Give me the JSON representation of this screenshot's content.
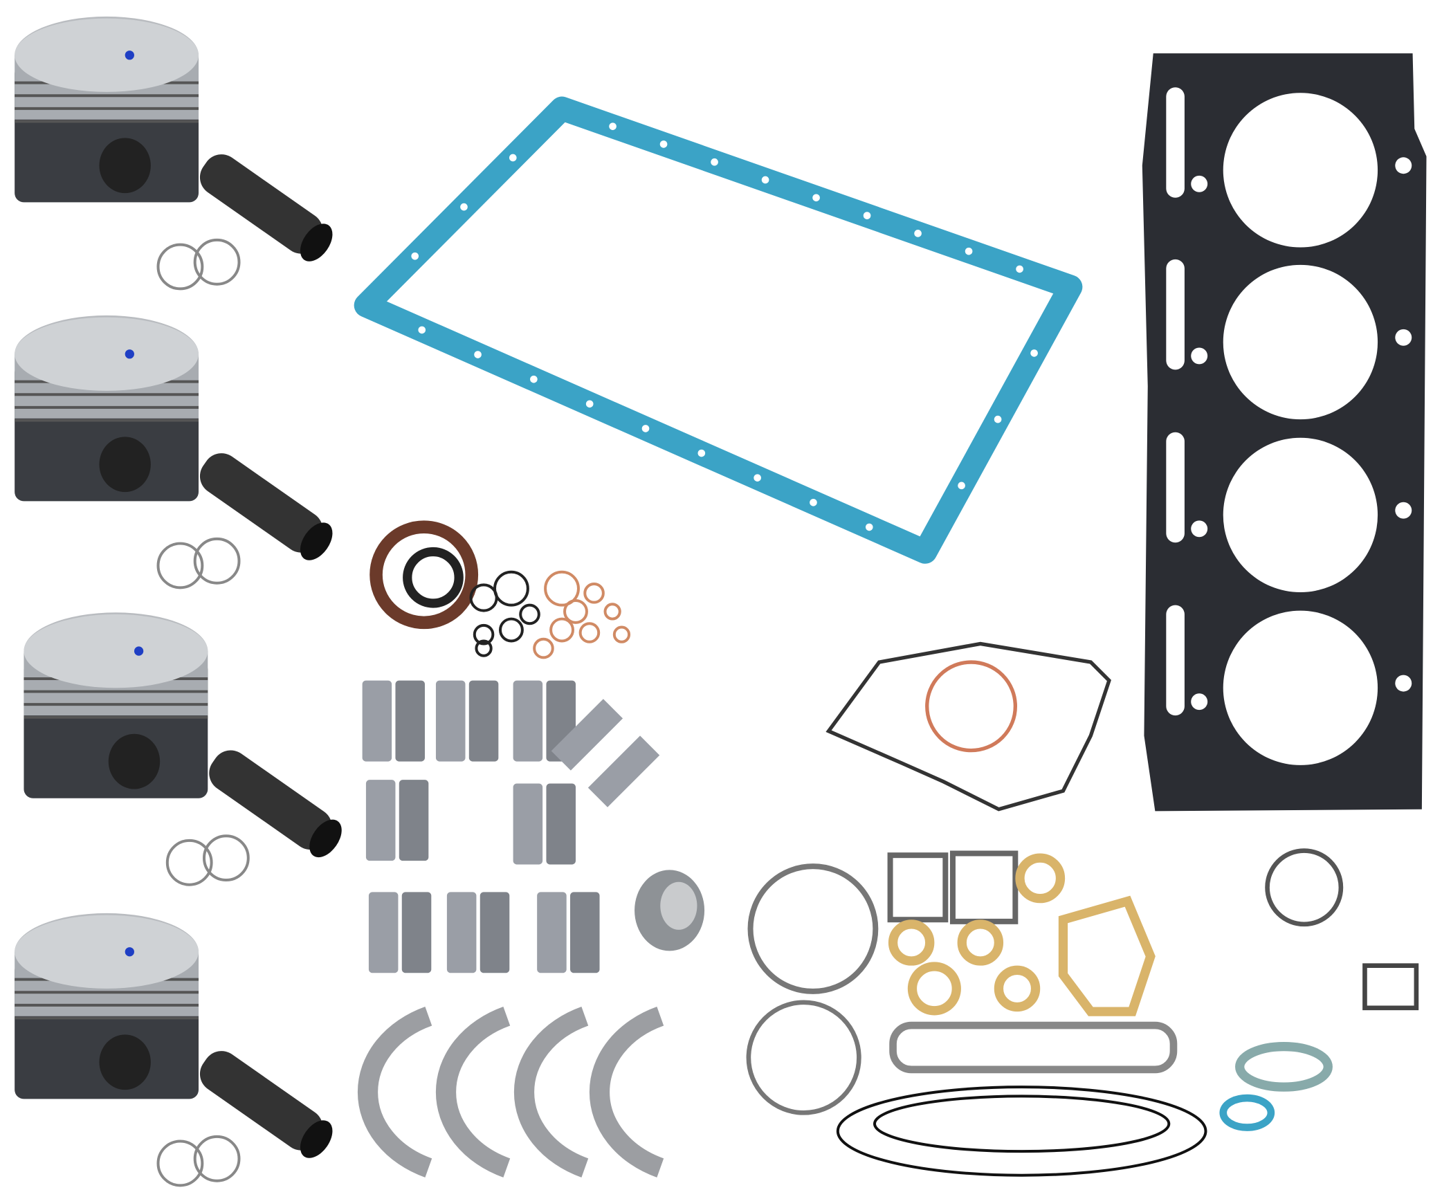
{
  "colors": {
    "background": "#ffffff",
    "oil_pan_gasket": "#3ba3c6",
    "head_gasket": "#2b2d33",
    "copper_washer": "#d08a64",
    "piston_metal": "#b9bcc0",
    "bearing_steel": "#9a9ea6",
    "paper_gasket": "#d9b46a",
    "piston_mark": "#1f3fc4"
  },
  "parts": {
    "pistons": 4,
    "piston_pins": 4,
    "clip_pairs": 4,
    "thrust_washers": 4
  }
}
